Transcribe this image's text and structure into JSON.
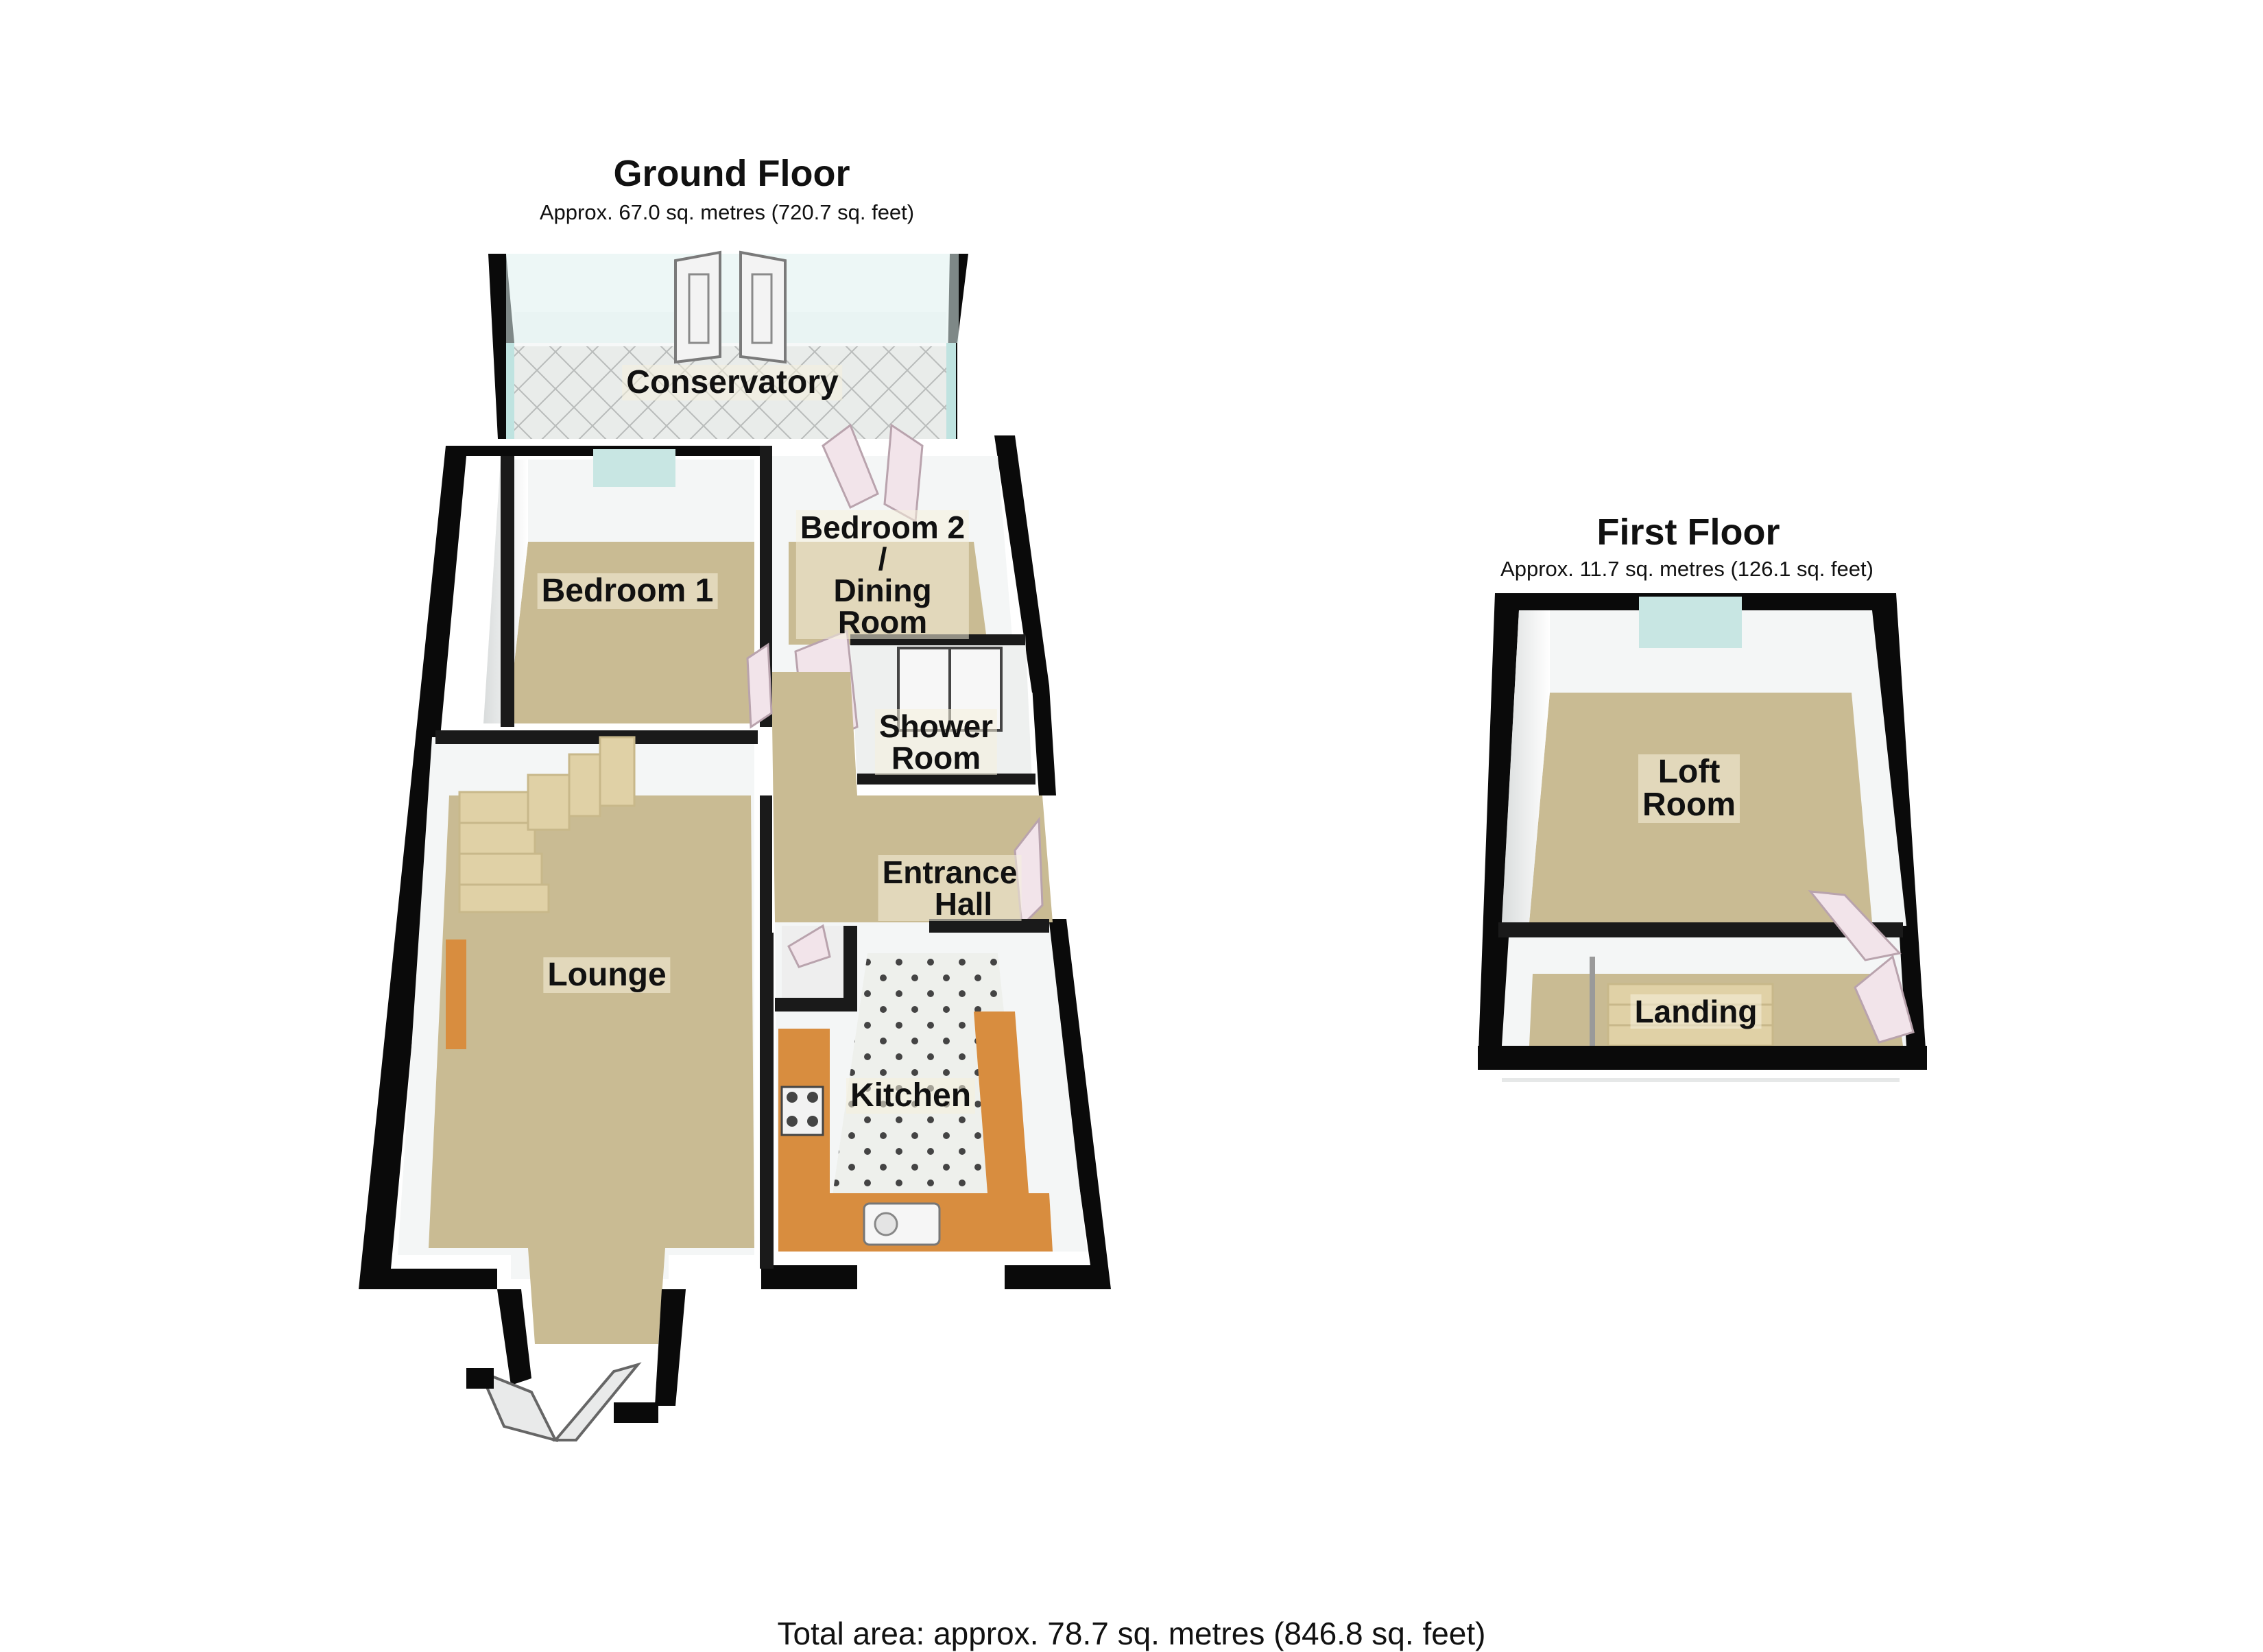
{
  "ground_floor": {
    "title": "Ground Floor",
    "area": "Approx. 67.0 sq. metres (720.7 sq. feet)",
    "rooms": {
      "conservatory": "Conservatory",
      "bedroom1": "Bedroom 1",
      "bedroom2_l1": "Bedroom 2",
      "bedroom2_l2": "/",
      "bedroom2_l3": "Dining",
      "bedroom2_l4": "Room",
      "shower_l1": "Shower",
      "shower_l2": "Room",
      "hall_l1": "Entrance",
      "hall_l2": "Hall",
      "lounge": "Lounge",
      "kitchen": "Kitchen"
    }
  },
  "first_floor": {
    "title": "First Floor",
    "area": "Approx. 11.7 sq. metres (126.1 sq. feet)",
    "rooms": {
      "loft_l1": "Loft",
      "loft_l2": "Room",
      "landing": "Landing"
    }
  },
  "total_area": "Total area: approx. 78.7 sq. metres (846.8 sq. feet)",
  "colors": {
    "wall": "#0a0a0a",
    "carpet": "#c9bb93",
    "tile": "#e8ebe6",
    "worktop": "#d88d3f",
    "window": "#bfe3e0",
    "door": "#f2e4ea"
  }
}
